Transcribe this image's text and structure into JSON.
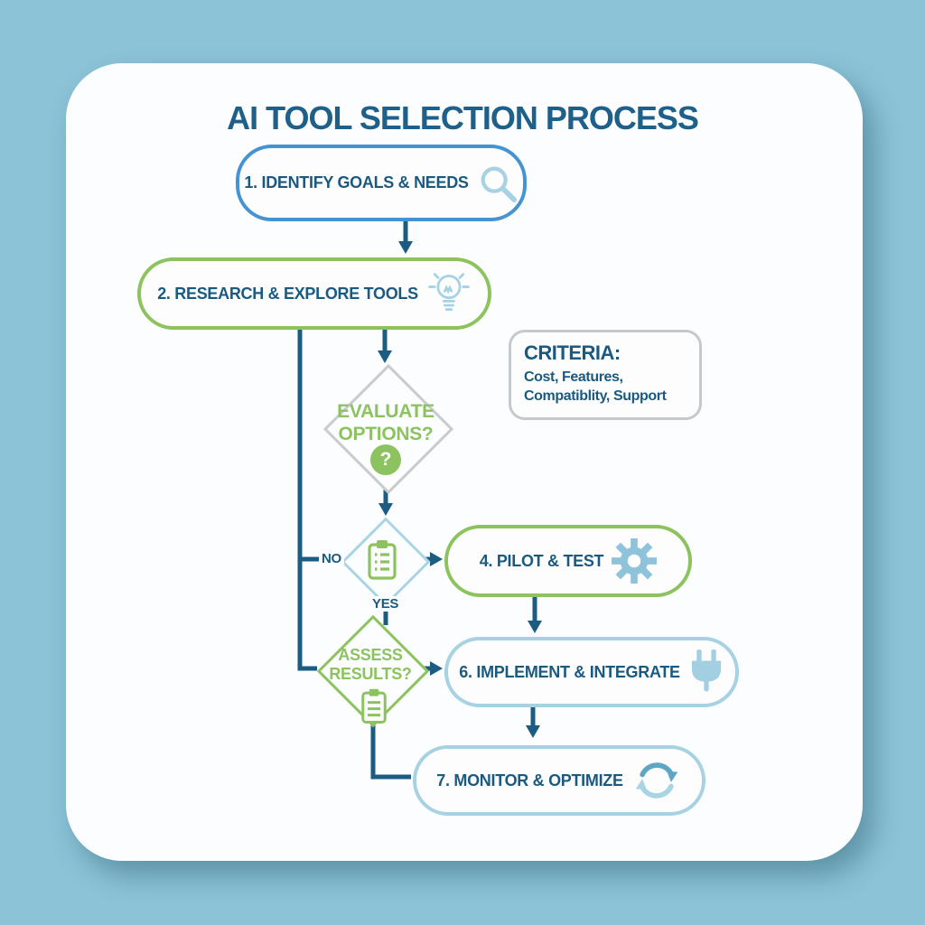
{
  "title": "AI TOOL SELECTION PROCESS",
  "steps": {
    "step1": {
      "label": "1. IDENTIFY GOALS & NEEDS",
      "icon": "search-icon"
    },
    "step2": {
      "label": "2. RESEARCH & EXPLORE TOOLS",
      "icon": "lightbulb-icon"
    },
    "step4": {
      "label": "4. PILOT & TEST",
      "icon": "gear-icon"
    },
    "step6": {
      "label": "6. IMPLEMENT & INTEGRATE",
      "icon": "plug-icon"
    },
    "step7": {
      "label": "7. MONITOR & OPTIMIZE",
      "icon": "refresh-icon"
    }
  },
  "decisions": {
    "evaluate": {
      "line1": "EVALUATE",
      "line2": "OPTIONS?",
      "glyph": "?",
      "icon": "question-icon"
    },
    "checklist": {
      "icon": "clipboard-icon"
    },
    "assess": {
      "line1": "ASSESS",
      "line2": "RESULTS?",
      "icon": "clipboard-icon"
    }
  },
  "criteria": {
    "heading": "CRITERIA:",
    "line1": "Cost, Features,",
    "line2": "Compatiblity, Support"
  },
  "branch_labels": {
    "no": "NO",
    "yes": "YES"
  },
  "colors": {
    "background": "#8cc3d7",
    "card": "#fcfdfe",
    "dark_blue_text": "#1b5a80",
    "title_blue": "#1e6089",
    "pill_blue_border": "#4493d3",
    "green_border": "#8cc35e",
    "green_text": "#8cc360",
    "light_blue_border": "#a6d2e3",
    "icon_light_blue": "#a6d2e3",
    "gear_blue": "#8fc3dc",
    "refresh_dark_blue": "#5fa5c4",
    "gray_border": "#c9cccf",
    "connector_blue": "#1c5b82"
  }
}
